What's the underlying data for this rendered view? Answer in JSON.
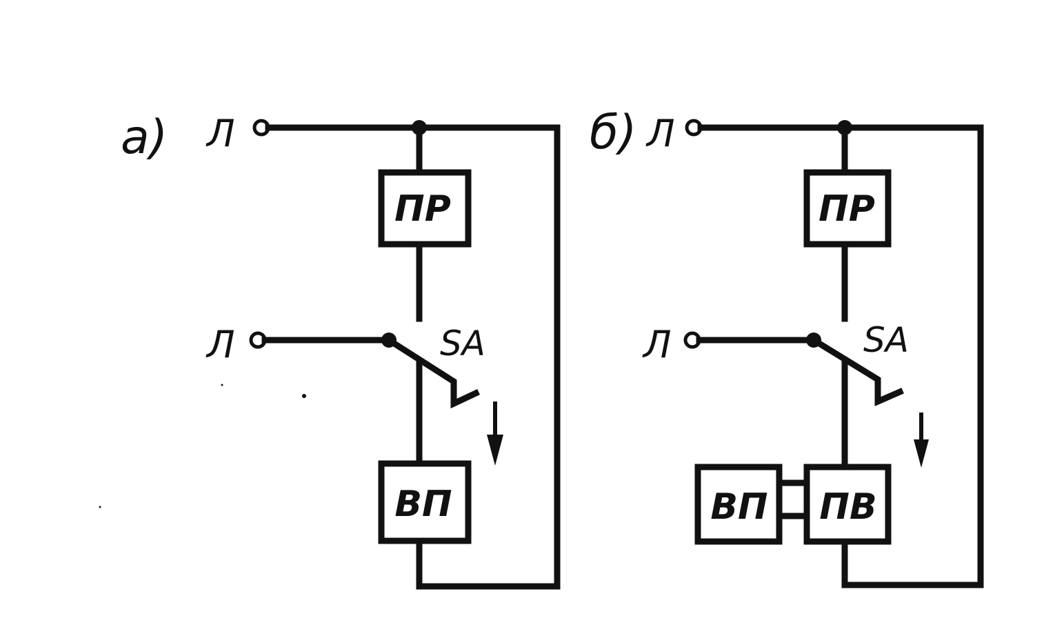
{
  "panels": [
    {
      "label": "а)",
      "line_top": "Л",
      "line_bottom": "Л",
      "fuse": "ПР",
      "switch": "SA",
      "device": "ВП"
    },
    {
      "label": "б)",
      "line_top": "Л",
      "line_bottom": "Л",
      "fuse": "ПР",
      "switch": "SA",
      "device": "ВП",
      "converter": "ПВ"
    }
  ],
  "colors": {
    "ink": "#111111",
    "paper": "#ffffff"
  }
}
